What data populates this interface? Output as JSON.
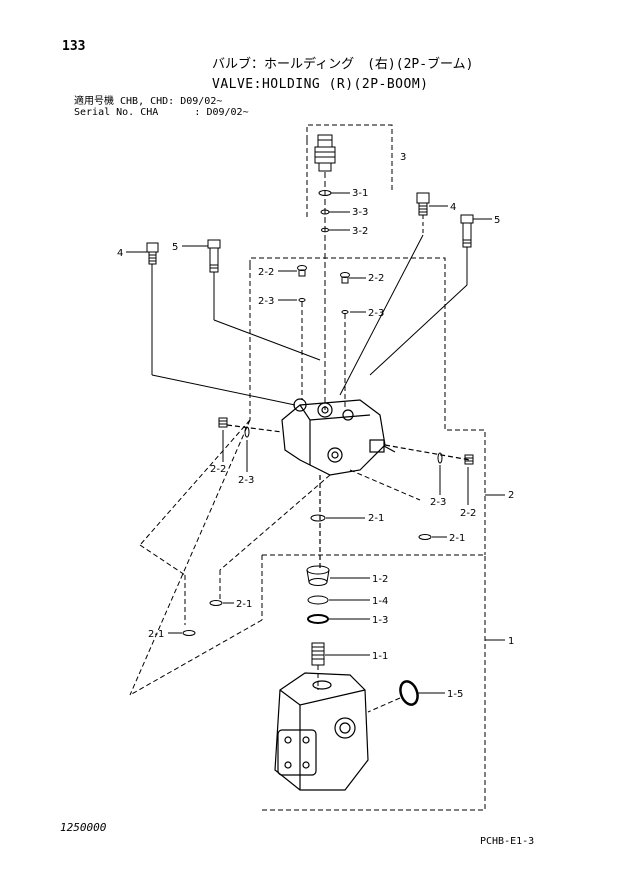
{
  "header": {
    "page_number": "133",
    "title_jp": "バルブ：ホールディング　(右)(2P-ブーム)",
    "title_en": "VALVE:HOLDING (R)(2P-BOOM)",
    "serial_line_1": "適用号機 CHB, CHD: D09/02~",
    "serial_line_2": "Serial No. CHA      : D09/02~"
  },
  "footer": {
    "code_left": "1250000",
    "code_right": "PCHB-E1-3"
  },
  "callouts": {
    "c3": "3",
    "c3_1": "3-1",
    "c3_3": "3-3",
    "c3_2": "3-2",
    "c4_right": "4",
    "c5_right": "5",
    "c4_left": "4",
    "c5_left": "5",
    "c2_2_a": "2-2",
    "c2_2_b": "2-2",
    "c2_3_a": "2-3",
    "c2_3_b": "2-3",
    "c2_2_c": "2-2",
    "c2_3_c": "2-3",
    "c2_3_d": "2-3",
    "c2": "2",
    "c2_2_d": "2-2",
    "c2_1_a": "2-1",
    "c2_1_b": "2-1",
    "c2_1_c": "2-1",
    "c2_1_d": "2-1",
    "c1_2": "1-2",
    "c1_4": "1-4",
    "c1_3": "1-3",
    "c1_1": "1-1",
    "c1_5": "1-5",
    "c1": "1"
  }
}
